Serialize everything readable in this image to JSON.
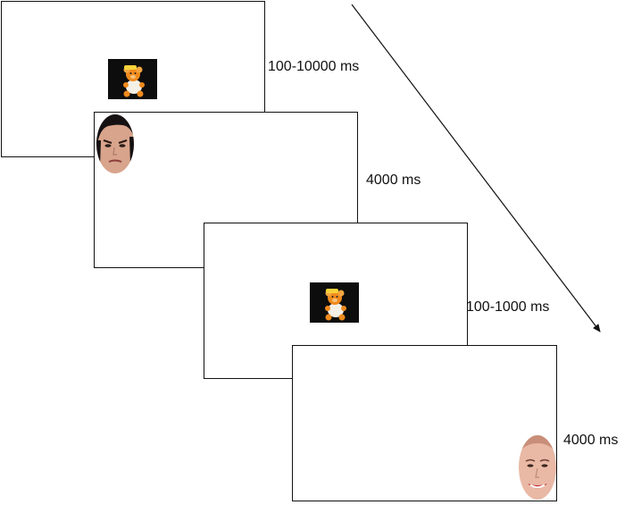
{
  "frames": [
    {
      "duration": "100-10000 ms",
      "stimulus": "toy"
    },
    {
      "duration": "4000 ms",
      "stimulus": "angry face"
    },
    {
      "duration": "100-1000 ms",
      "stimulus": "toy"
    },
    {
      "duration": "4000 ms",
      "stimulus": "happy face"
    }
  ],
  "colors": {
    "frame_border": "#111111",
    "toy_background": "#0d0d0d",
    "toy_orange": "#f08a1c"
  }
}
